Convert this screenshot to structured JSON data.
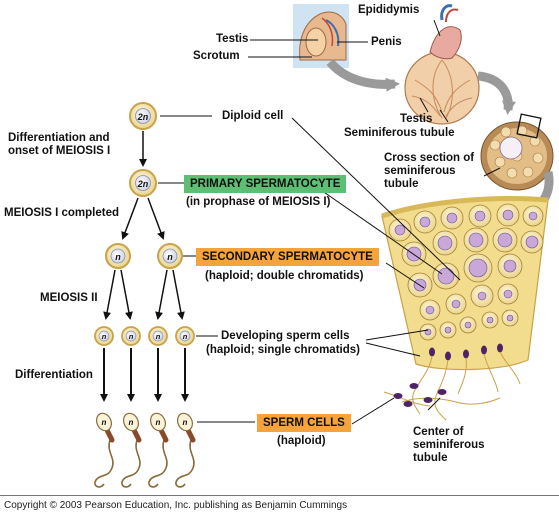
{
  "labels": {
    "testis_top": "Testis",
    "scrotum": "Scrotum",
    "epididymis": "Epididymis",
    "penis": "Penis",
    "testis_mid": "Testis",
    "seminiferous_tubule": "Seminiferous tubule",
    "cross_section": [
      "Cross section of",
      "seminiferous",
      "tubule"
    ],
    "center_tubule": [
      "Center of",
      "seminiferous",
      "tubule"
    ]
  },
  "stages": {
    "diploid_cell": "Diploid cell",
    "differentiation_meiosis": [
      "Differentiation and",
      "onset of MEIOSIS I"
    ],
    "meiosis_i_completed": "MEIOSIS I completed",
    "meiosis_ii": "MEIOSIS II",
    "differentiation": "Differentiation",
    "primary_spermatocyte": "PRIMARY SPERMATOCYTE",
    "primary_note": "(in prophase of MEIOSIS I)",
    "secondary_spermatocyte": "SECONDARY SPERMATOCYTE",
    "secondary_note": "(haploid; double chromatids)",
    "developing_sperm": "Developing sperm cells",
    "developing_note": "(haploid; single chromatids)",
    "sperm_cells": "SPERM CELLS",
    "sperm_note": "(haploid)"
  },
  "cells": {
    "diploid": "2n",
    "primary": "2n",
    "secondary": "n",
    "spermatid": "n",
    "sperm": "n"
  },
  "colors": {
    "primary_box": "#5cbf73",
    "secondary_box": "#f5a33a",
    "sperm_box": "#f5a33a",
    "cell_fill": "#f6edb4",
    "cell_ring": "#c9a24a",
    "tubule_tissue": "#f2dc8e",
    "arrow_gray": "#9a9a9a"
  },
  "copyright": "Copyright © 2003 Pearson Education, Inc. publishing as Benjamin Cummings"
}
